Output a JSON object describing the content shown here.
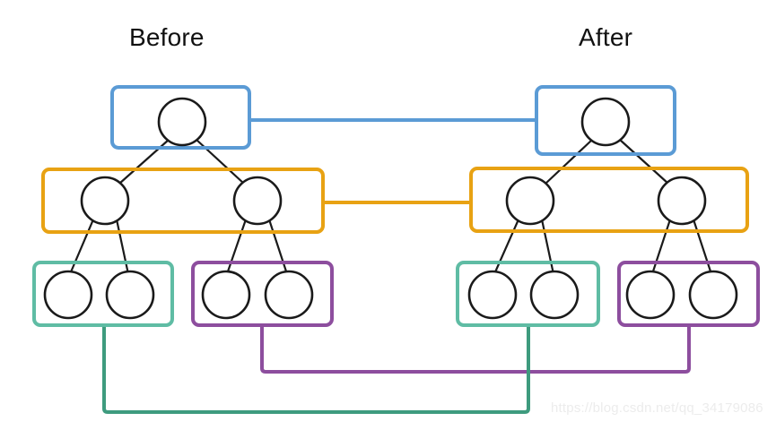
{
  "diagram": {
    "title_before": "Before",
    "title_after": "After",
    "watermark": "https://blog.csdn.net/qq_34179086",
    "colors": {
      "blue": "#5B9BD5",
      "orange": "#E8A213",
      "green": "#5FBCA4",
      "green_line": "#3E9B7E",
      "purple": "#8D4E9E",
      "node_stroke": "#1A1A1A",
      "background": "#FFFFFF",
      "title_text": "#111111",
      "watermark_text": "#ECECEC"
    },
    "groups": [
      {
        "name": "root-group-before",
        "color_key": "blue",
        "side": "before",
        "level": "root",
        "node_count": 1
      },
      {
        "name": "root-group-after",
        "color_key": "blue",
        "side": "after",
        "level": "root",
        "node_count": 1
      },
      {
        "name": "mid-group-before",
        "color_key": "orange",
        "side": "before",
        "level": "mid",
        "node_count": 2
      },
      {
        "name": "mid-group-after",
        "color_key": "orange",
        "side": "after",
        "level": "mid",
        "node_count": 2
      },
      {
        "name": "leaf-group-left-before",
        "color_key": "green",
        "side": "before",
        "level": "leaf",
        "node_count": 2
      },
      {
        "name": "leaf-group-right-before",
        "color_key": "purple",
        "side": "before",
        "level": "leaf",
        "node_count": 2
      },
      {
        "name": "leaf-group-left-after",
        "color_key": "green",
        "side": "after",
        "level": "leaf",
        "node_count": 2
      },
      {
        "name": "leaf-group-right-after",
        "color_key": "purple",
        "side": "after",
        "level": "leaf",
        "node_count": 2
      }
    ],
    "links": [
      {
        "name": "blue-link",
        "color_key": "blue",
        "from": "root-group-before",
        "to": "root-group-after"
      },
      {
        "name": "orange-link",
        "color_key": "orange",
        "from": "mid-group-before",
        "to": "mid-group-after"
      },
      {
        "name": "green-link",
        "color_key": "green_line",
        "from": "leaf-group-left-before",
        "to": "leaf-group-left-after"
      },
      {
        "name": "purple-link",
        "color_key": "purple",
        "from": "leaf-group-right-before",
        "to": "leaf-group-right-after"
      }
    ],
    "node_count_total": 14
  }
}
